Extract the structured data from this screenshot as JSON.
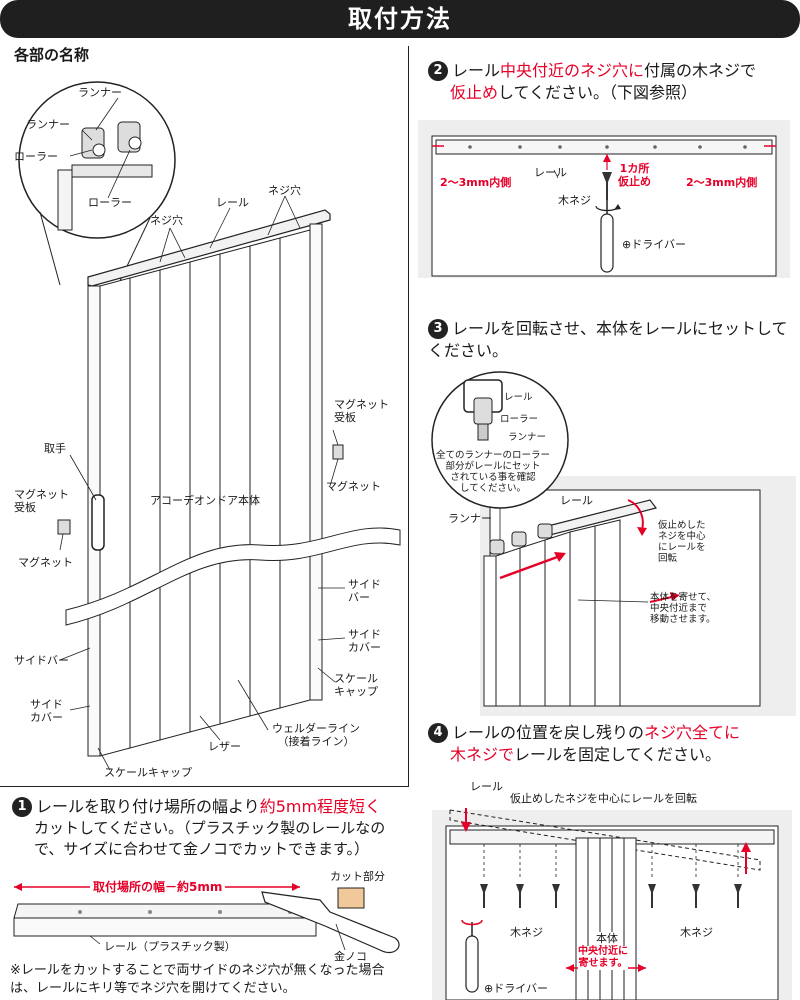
{
  "title": "取付方法",
  "parts": {
    "heading": "各部の名称",
    "runner_1": "ランナー",
    "runner_2": "ランナー",
    "roller_1": "ローラー",
    "roller_2": "ローラー",
    "screw_hole_1": "ネジ穴",
    "screw_hole_2": "ネジ穴",
    "rail": "レール",
    "handle": "取手",
    "magnet_plate_left": "マグネット\n受板",
    "magnet_left": "マグネット",
    "magnet_plate_right": "マグネット\n受板",
    "magnet_right": "マグネット",
    "body": "アコーデオンドア本体",
    "side_bar_right": "サイド\nバー",
    "side_cover_right": "サイド\nカバー",
    "side_bar_left": "サイドバー",
    "side_cover_left": "サイド\nカバー",
    "scale_cap_right": "スケール\nキャップ",
    "scale_cap_bottom": "スケールキャップ",
    "leather": "レザー",
    "welder_line": "ウェルダーライン\n（接着ライン）"
  },
  "step1": {
    "number": "1",
    "text_a": "レールを取り付け場所の幅より",
    "text_red": "約5mm程度短く",
    "text_b": "カットしてください。（プラスチック製のレールなので、サイズに合わせて金ノコでカットできます。）",
    "dim_label": "取付場所の幅",
    "dim_minus": "－",
    "dim_value": "約5mm",
    "cut_part": "カット部分",
    "rail_label": "レール（プラスチック製）",
    "saw_label": "金ノコ",
    "note": "※レールをカットすることで両サイドのネジ穴が無くなった場合は、レールにキリ等でネジ穴を開けてください。"
  },
  "step2": {
    "number": "2",
    "text_a": "レール",
    "text_red1": "中央付近のネジ穴に",
    "text_b": "付属の木ネジで",
    "text_red2": "仮止め",
    "text_c": "してください。（下図参照）",
    "left_gap": "2～3mm内側",
    "right_gap": "2～3mm内側",
    "rail": "レール",
    "temp_fix": "1カ所\n仮止め",
    "wood_screw": "木ネジ",
    "driver": "⊕ドライバー"
  },
  "step3": {
    "number": "3",
    "text": "レールを回転させ、本体をレールにセットしてください。",
    "inset_rail": "レール",
    "inset_roller": "ローラー",
    "inset_runner": "ランナー",
    "inset_note": "全てのランナーのローラー\n部分がレールにセット\nされている事を確認\nしてください。",
    "rail": "レール",
    "runner": "ランナー",
    "rotate_note": "仮止めした\nネジを中心\nにレールを\n回転",
    "move_note": "本体を寄せて、\n中央付近まで\n移動させます。"
  },
  "step4": {
    "number": "4",
    "text_a": "レールの位置を戻し残りの",
    "text_red1": "ネジ穴全てに",
    "text_red2": "木ネジで",
    "text_b": "レールを固定してください。",
    "rail": "レール",
    "rotate_label": "仮止めしたネジを中心にレールを回転",
    "screw_left": "木ネジ",
    "screw_right": "木ネジ",
    "body": "本体",
    "gather": "中央付近に\n寄せます。",
    "driver": "⊕ドライバー"
  }
}
